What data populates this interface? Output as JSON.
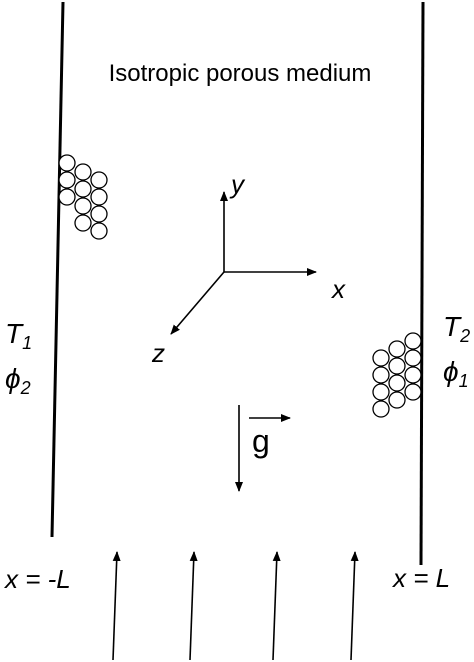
{
  "title": "Isotropic porous medium",
  "axes": {
    "y": "y",
    "x": "x",
    "z": "z"
  },
  "gravity": "g",
  "left_wall": {
    "temperature": "T",
    "temperature_sub": "1",
    "concentration": "ϕ",
    "concentration_sub": "2",
    "position": "x = -L"
  },
  "right_wall": {
    "temperature": "T",
    "temperature_sub": "2",
    "concentration": "ϕ",
    "concentration_sub": "1",
    "position": "x = L"
  }
}
